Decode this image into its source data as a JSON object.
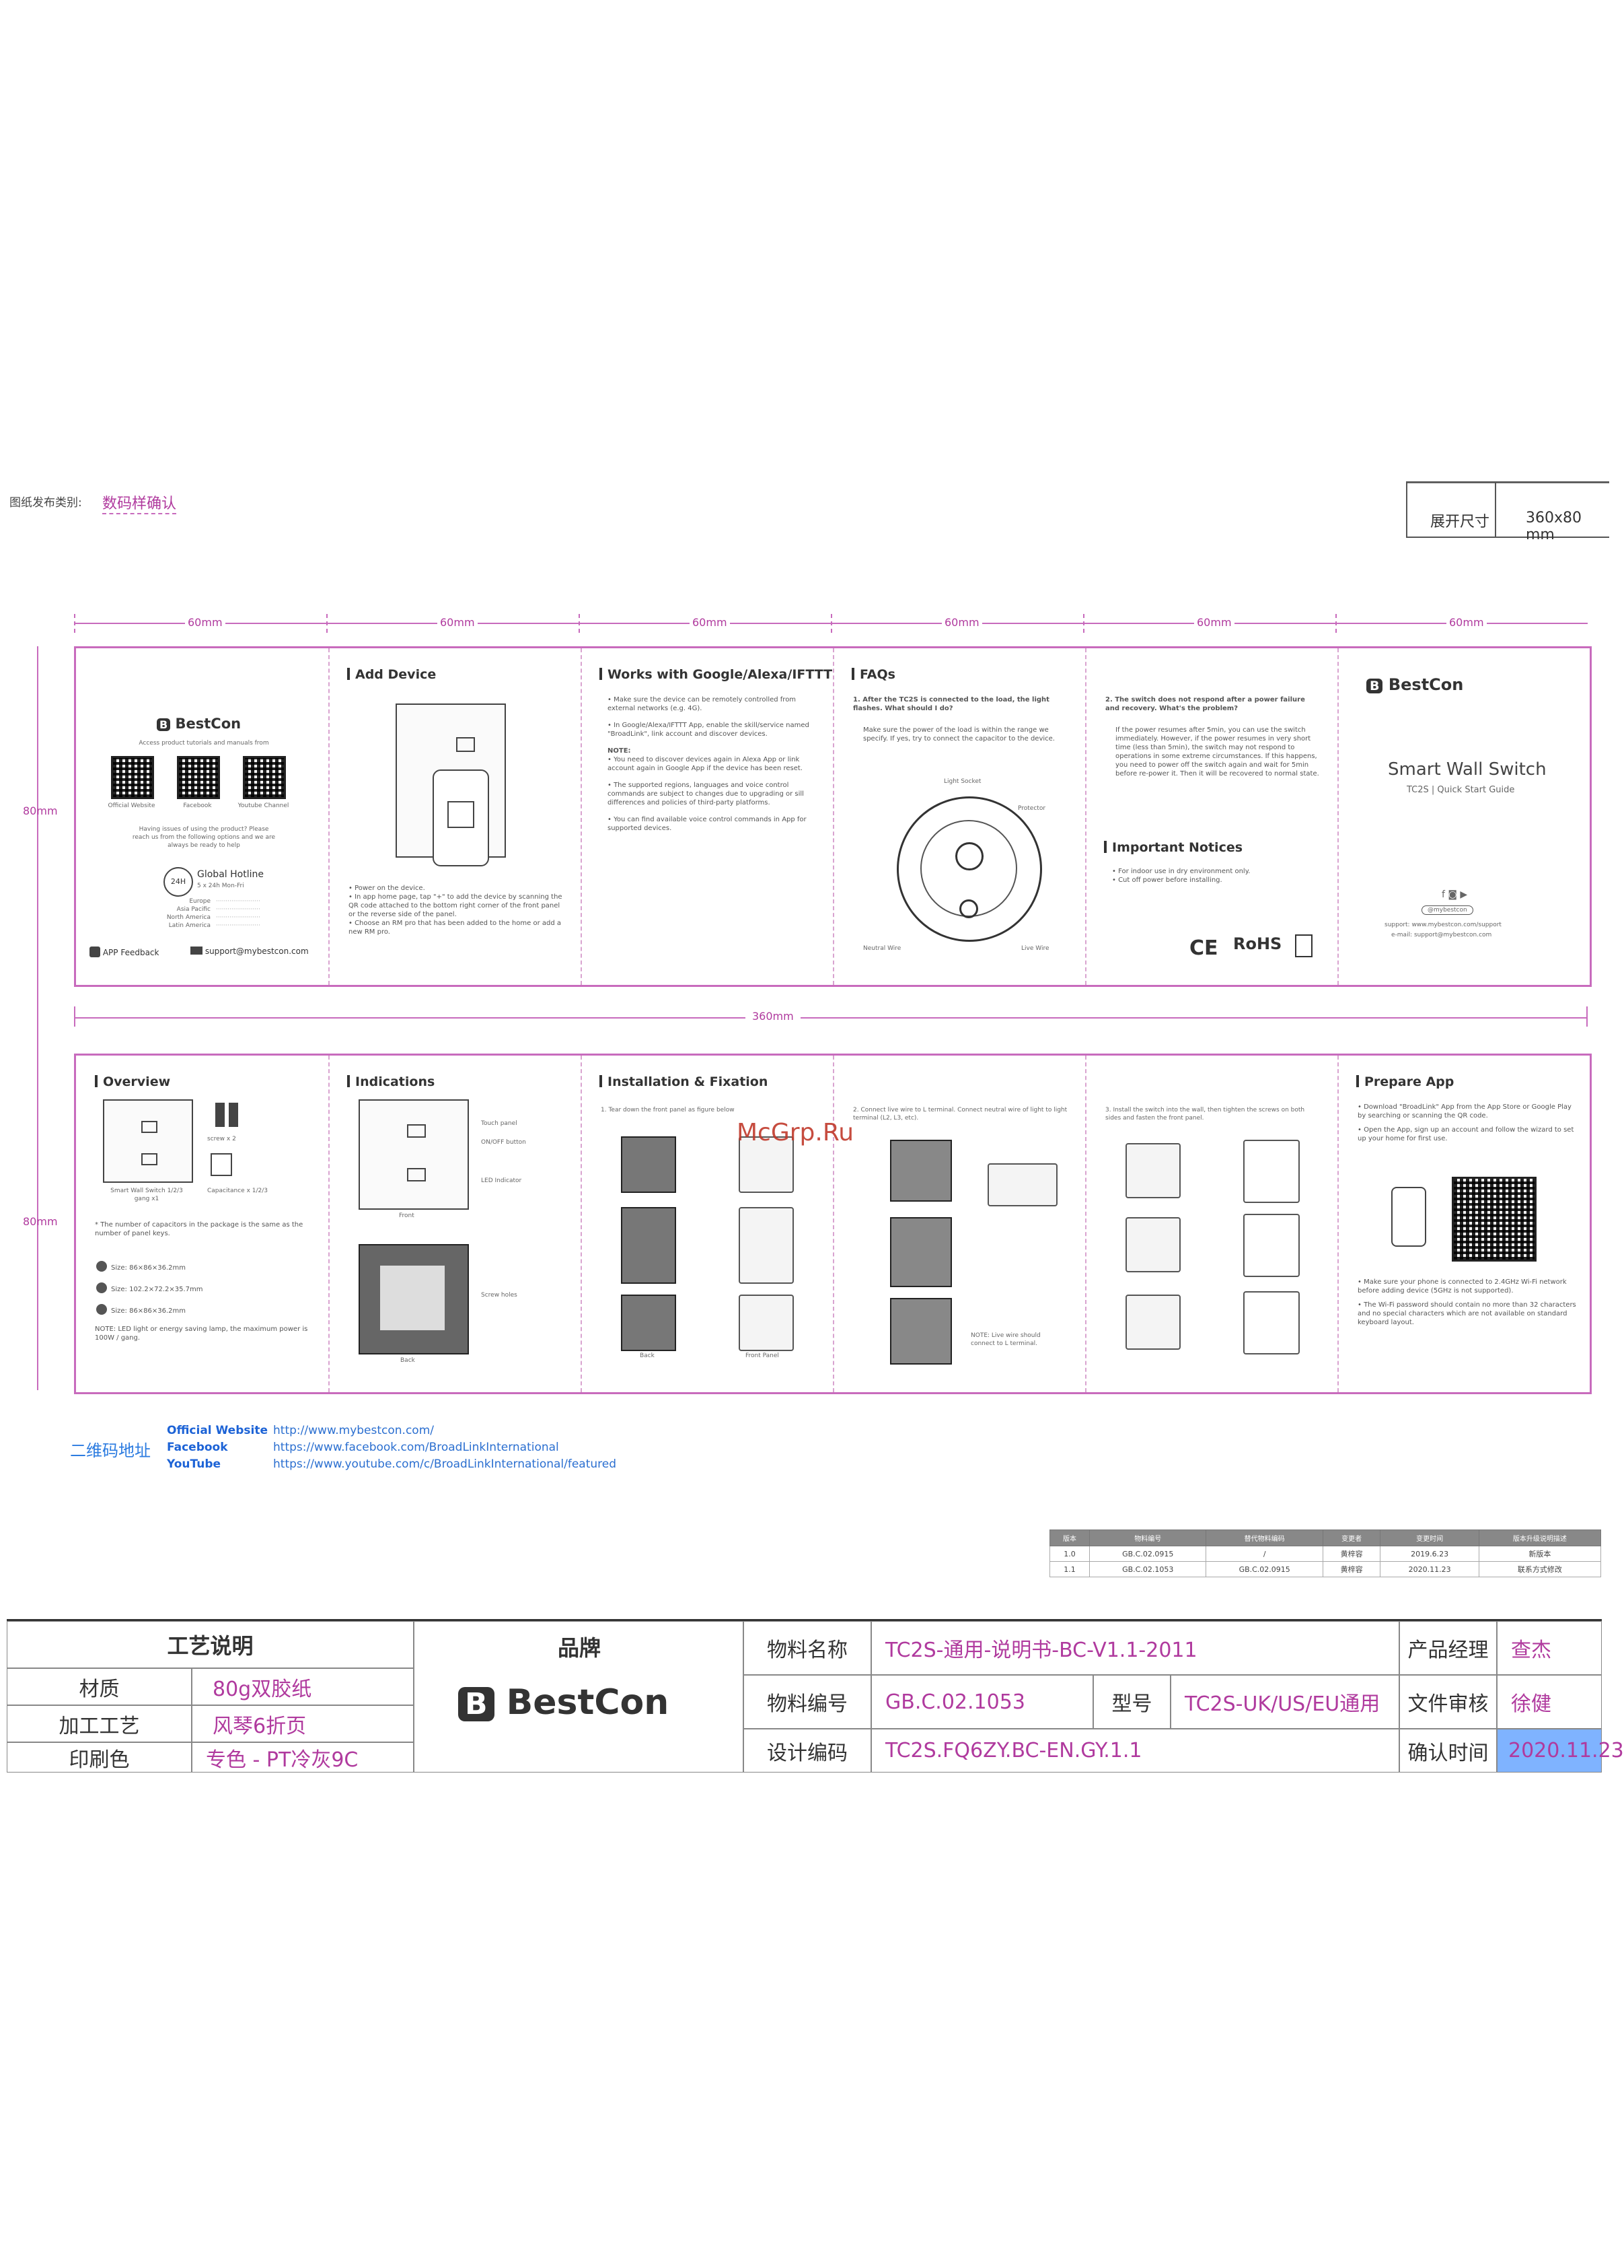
{
  "top_left_label": "图纸发布类别:",
  "top_left_value": "数码样确认",
  "top_right_label": "展开尺寸",
  "top_right_value": "360x80",
  "top_right_unit": "mm",
  "dim_segment": "60mm",
  "dim_height": "80mm",
  "dim_total": "360mm",
  "panel1": {
    "brand": "BestCon",
    "access_text": "Access product tutorials and manuals from",
    "qr_labels": [
      "Official Website",
      "Facebook",
      "Youtube Channel"
    ],
    "help_text": "Having issues of using the product? Please reach us from the following options and we are always be ready to help",
    "hotline_title": "Global Hotline",
    "hotline_hours": "5 x 24h Mon-Fri",
    "regions": [
      "Europe",
      "Asia Pacific",
      "North America",
      "Latin America"
    ],
    "feedback": "APP Feedback",
    "support_email": "support@mybestcon.com",
    "add_device_title": "Add Device",
    "add_device_steps": [
      "Power on the device.",
      "In app home page, tap \"+\" to add the device by scanning the QR code attached to the bottom right corner of the front panel or the reverse side of the panel.",
      "Choose an RM pro that has been added to the home or add a new RM pro."
    ],
    "works_title": "Works with Google/Alexa/IFTTT",
    "works_items": [
      "Make sure the device can be remotely controlled from external networks (e.g. 4G).",
      "In Google/Alexa/IFTTT App, enable the skill/service named \"BroadLink\", link account and discover devices.",
      "NOTE:",
      "You need to discover devices again in Alexa App or link account again in Google App if the device has been reset.",
      "The supported regions, languages and voice control commands are subject to changes due to upgrading or sill differences and policies of third-party platforms.",
      "You can find available voice control commands in App for supported devices."
    ],
    "faq_title": "FAQs",
    "faq1_q": "1. After the TC2S is connected to the load, the light flashes. What should I do?",
    "faq1_a": "Make sure the power of the load is within the range we specify. If yes, try to connect the capacitor to the device.",
    "faq_labels": [
      "Light Socket",
      "Protector",
      "Neutral Wire",
      "Live Wire"
    ],
    "faq2_q": "2. The switch does not respond after a power failure and recovery. What's the problem?",
    "faq2_a": "If the power resumes after 5min, you can use the switch immediately. However, if the power resumes in very short time (less than 5min), the switch may not respond to operations in some extreme circumstances. If this happens, you need to power off the switch again and wait for 5min before re-power it. Then it will be recovered to normal state.",
    "notices_title": "Important Notices",
    "notices": [
      "For indoor use in dry environment only.",
      "Cut off power before installing."
    ],
    "cert_rohs": "RoHS",
    "cert_ce": "CE",
    "product_title": "Smart Wall Switch",
    "product_sub": "TC2S | Quick Start Guide",
    "social_handle": "@mybestcon",
    "support_url": "support: www.mybestcon.com/support",
    "support_mail": "e-mail: support@mybestcon.com"
  },
  "panel2": {
    "overview_title": "Overview",
    "overview_labels": [
      "Smart Wall Switch 1/2/3 gang x1",
      "screw x 2",
      "Capacitance x 1/2/3"
    ],
    "overview_note": "The number of capacitors in the package is the same as the number of panel keys.",
    "sizes": [
      "Size: 86×86×36.2mm",
      "Size: 102.2×72.2×35.7mm",
      "Size: 86×86×36.2mm"
    ],
    "overview_note2": "NOTE: LED light or energy saving lamp, the maximum power is 100W / gang.",
    "indications_title": "Indications",
    "indications": [
      "Touch panel",
      "ON/OFF button",
      "LED Indicator",
      "Screw holes"
    ],
    "indications_front": "Front",
    "indications_back": "Back",
    "install_title": "Installation & Fixation",
    "install_step1": "1. Tear down the front panel as figure below",
    "install_step2": "2. Connect live wire to L terminal. Connect neutral wire of light to light terminal (L2, L3, etc).",
    "install_step3": "3. Install the switch into the wall, then tighten the screws on both sides and fasten the front panel.",
    "install_labels": [
      "Back",
      "Front Panel"
    ],
    "install_note": "NOTE: Live wire should connect to L terminal.",
    "prepare_title": "Prepare App",
    "prepare_items": [
      "Download \"BroadLink\" App from the App Store or Google Play by searching or scanning the QR code.",
      "Open the App, sign up an account and follow the wizard to set up your home for first use.",
      "Make sure your phone is connected to 2.4GHz Wi-Fi network before adding device (5GHz is not supported).",
      "The Wi-Fi password should contain no more than 32 characters and no special characters which are not available on standard keyboard layout."
    ]
  },
  "watermark": "McGrp.Ru",
  "qr_address_label": "二维码地址",
  "links": [
    {
      "label": "Official Website",
      "url": "http://www.mybestcon.com/"
    },
    {
      "label": "Facebook",
      "url": "https://www.facebook.com/BroadLinkInternational"
    },
    {
      "label": "YouTube",
      "url": "https://www.youtube.com/c/BroadLinkInternational/featured"
    }
  ],
  "revisions": {
    "headers": [
      "版本",
      "物料编号",
      "替代物料编码",
      "变更者",
      "变更时间",
      "版本升级说明描述"
    ],
    "rows": [
      [
        "1.0",
        "GB.C.02.0915",
        "/",
        "黄梓容",
        "2019.6.23",
        "新版本"
      ],
      [
        "1.1",
        "GB.C.02.1053",
        "GB.C.02.0915",
        "黄梓容",
        "2020.11.23",
        "联系方式修改"
      ]
    ]
  },
  "spec": {
    "craft_title": "工艺说明",
    "material_label": "材质",
    "material_value": "80g双胶纸",
    "process_label": "加工工艺",
    "process_value": "风琴6折页",
    "print_label": "印刷色",
    "print_value": "专色 - PT冷灰9C",
    "brand_title": "品牌",
    "brand_logo": "BestCon",
    "name_label": "物料名称",
    "name_value": "TC2S-通用-说明书-BC-V1.1-2011",
    "number_label": "物料编号",
    "number_value": "GB.C.02.1053",
    "model_label": "型号",
    "model_value": "TC2S-UK/US/EU通用",
    "design_label": "设计编码",
    "design_value": "TC2S.FQ6ZY.BC-EN.GY.1.1",
    "pm_label": "产品经理",
    "pm_value": "查杰",
    "review_label": "文件审核",
    "review_value": "徐健",
    "date_label": "确认时间",
    "date_value": "2020.11.23"
  }
}
